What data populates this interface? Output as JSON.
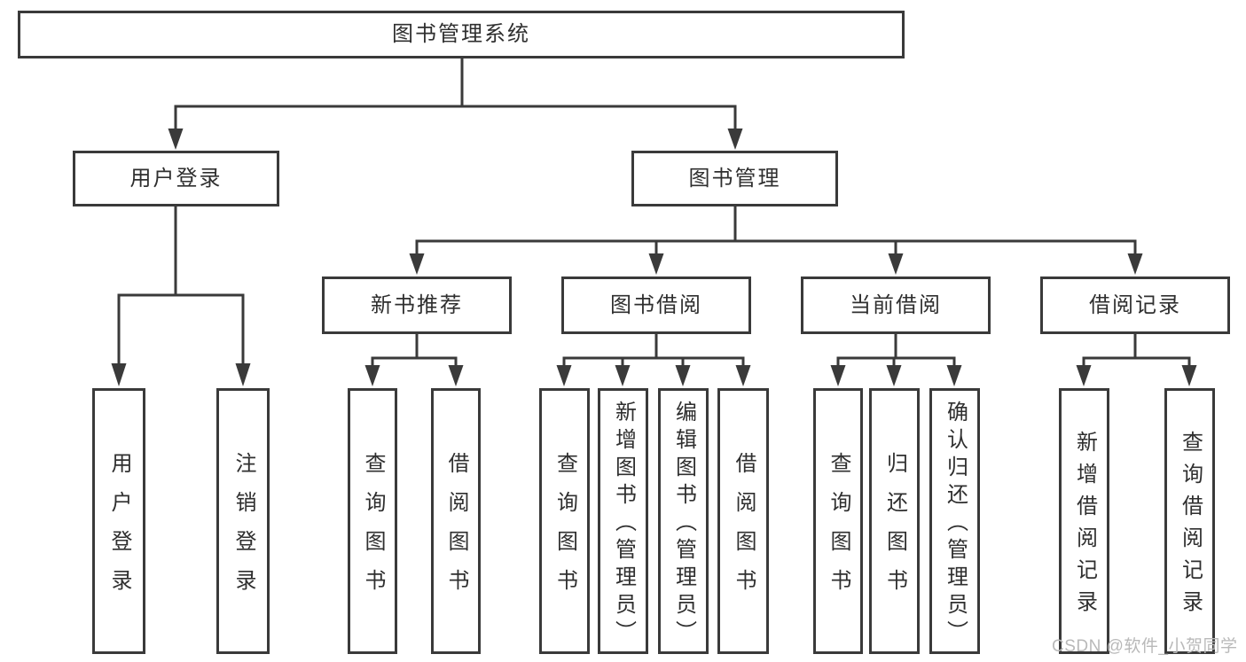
{
  "tree": {
    "root": {
      "label": "图书管理系统"
    },
    "branches": [
      {
        "label": "用户登录",
        "children": [
          {
            "label": "用户登录"
          },
          {
            "label": "注销登录"
          }
        ]
      },
      {
        "label": "图书管理",
        "children": [
          {
            "label": "新书推荐",
            "children": [
              {
                "label": "查询图书"
              },
              {
                "label": "借阅图书"
              }
            ]
          },
          {
            "label": "图书借阅",
            "children": [
              {
                "label": "查询图书"
              },
              {
                "label": "新增图书（管理员）"
              },
              {
                "label": "编辑图书（管理员）"
              },
              {
                "label": "借阅图书"
              }
            ]
          },
          {
            "label": "当前借阅",
            "children": [
              {
                "label": "查询图书"
              },
              {
                "label": "归还图书"
              },
              {
                "label": "确认归还（管理员）"
              }
            ]
          },
          {
            "label": "借阅记录",
            "children": [
              {
                "label": "新增借阅记录"
              },
              {
                "label": "查询借阅记录"
              }
            ]
          }
        ]
      }
    ]
  },
  "watermark": {
    "text": "CSDN @软件_小贺同学"
  },
  "colors": {
    "line": "#3a3a3a",
    "text": "#2f2f2f",
    "watermark": "#b9b9b9",
    "background": "#ffffff"
  }
}
